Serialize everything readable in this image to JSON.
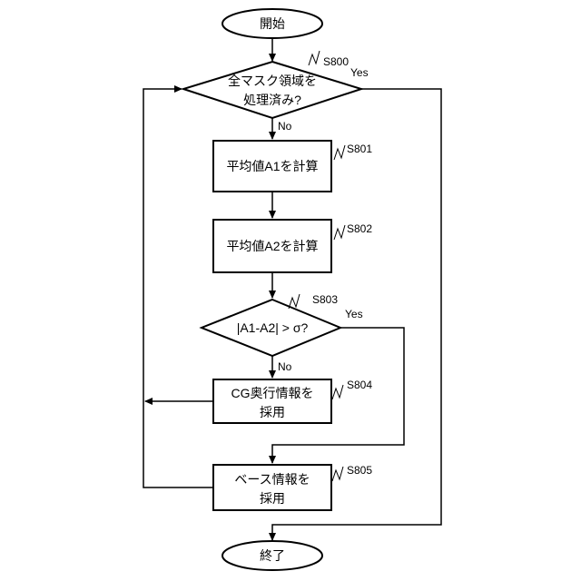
{
  "terminals": {
    "start": "開始",
    "end": "終了"
  },
  "decisions": {
    "d800": {
      "line1": "全マスク領域を",
      "line2": "処理済み?"
    },
    "d803": {
      "line1": "|A1-A2| > σ?"
    }
  },
  "processes": {
    "p801": {
      "line1": "平均値A1を計算"
    },
    "p802": {
      "line1": "平均値A2を計算"
    },
    "p804": {
      "line1": "CG奥行情報を",
      "line2": "採用"
    },
    "p805": {
      "line1": "ベース情報を",
      "line2": "採用"
    }
  },
  "steps": {
    "s800": "S800",
    "s801": "S801",
    "s802": "S802",
    "s803": "S803",
    "s804": "S804",
    "s805": "S805"
  },
  "branches": {
    "yes": "Yes",
    "no": "No"
  }
}
